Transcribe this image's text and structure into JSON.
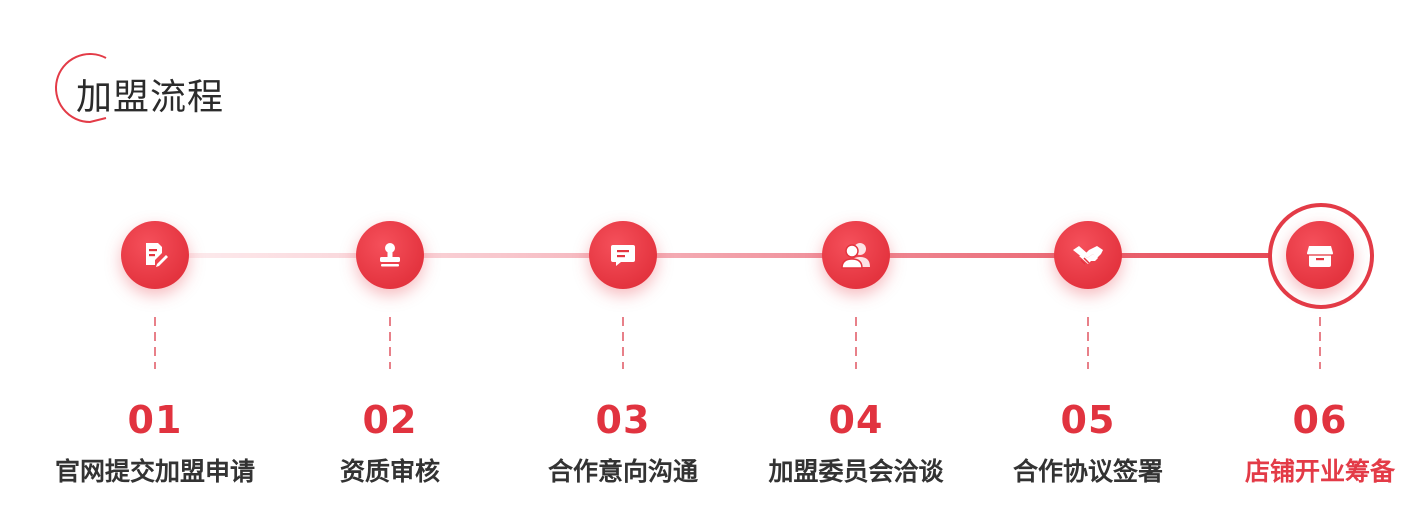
{
  "section": {
    "title": "加盟流程"
  },
  "colors": {
    "accent": "#e33b47",
    "text": "#333333"
  },
  "steps": [
    {
      "number": "01",
      "label": "官网提交加盟申请",
      "icon": "edit-document-icon",
      "active": false
    },
    {
      "number": "02",
      "label": "资质审核",
      "icon": "stamp-icon",
      "active": false
    },
    {
      "number": "03",
      "label": "合作意向沟通",
      "icon": "chat-bubble-icon",
      "active": false
    },
    {
      "number": "04",
      "label": "加盟委员会洽谈",
      "icon": "users-icon",
      "active": false
    },
    {
      "number": "05",
      "label": "合作协议签署",
      "icon": "handshake-icon",
      "active": false
    },
    {
      "number": "06",
      "label": "店铺开业筹备",
      "icon": "storefront-icon",
      "active": true
    }
  ]
}
